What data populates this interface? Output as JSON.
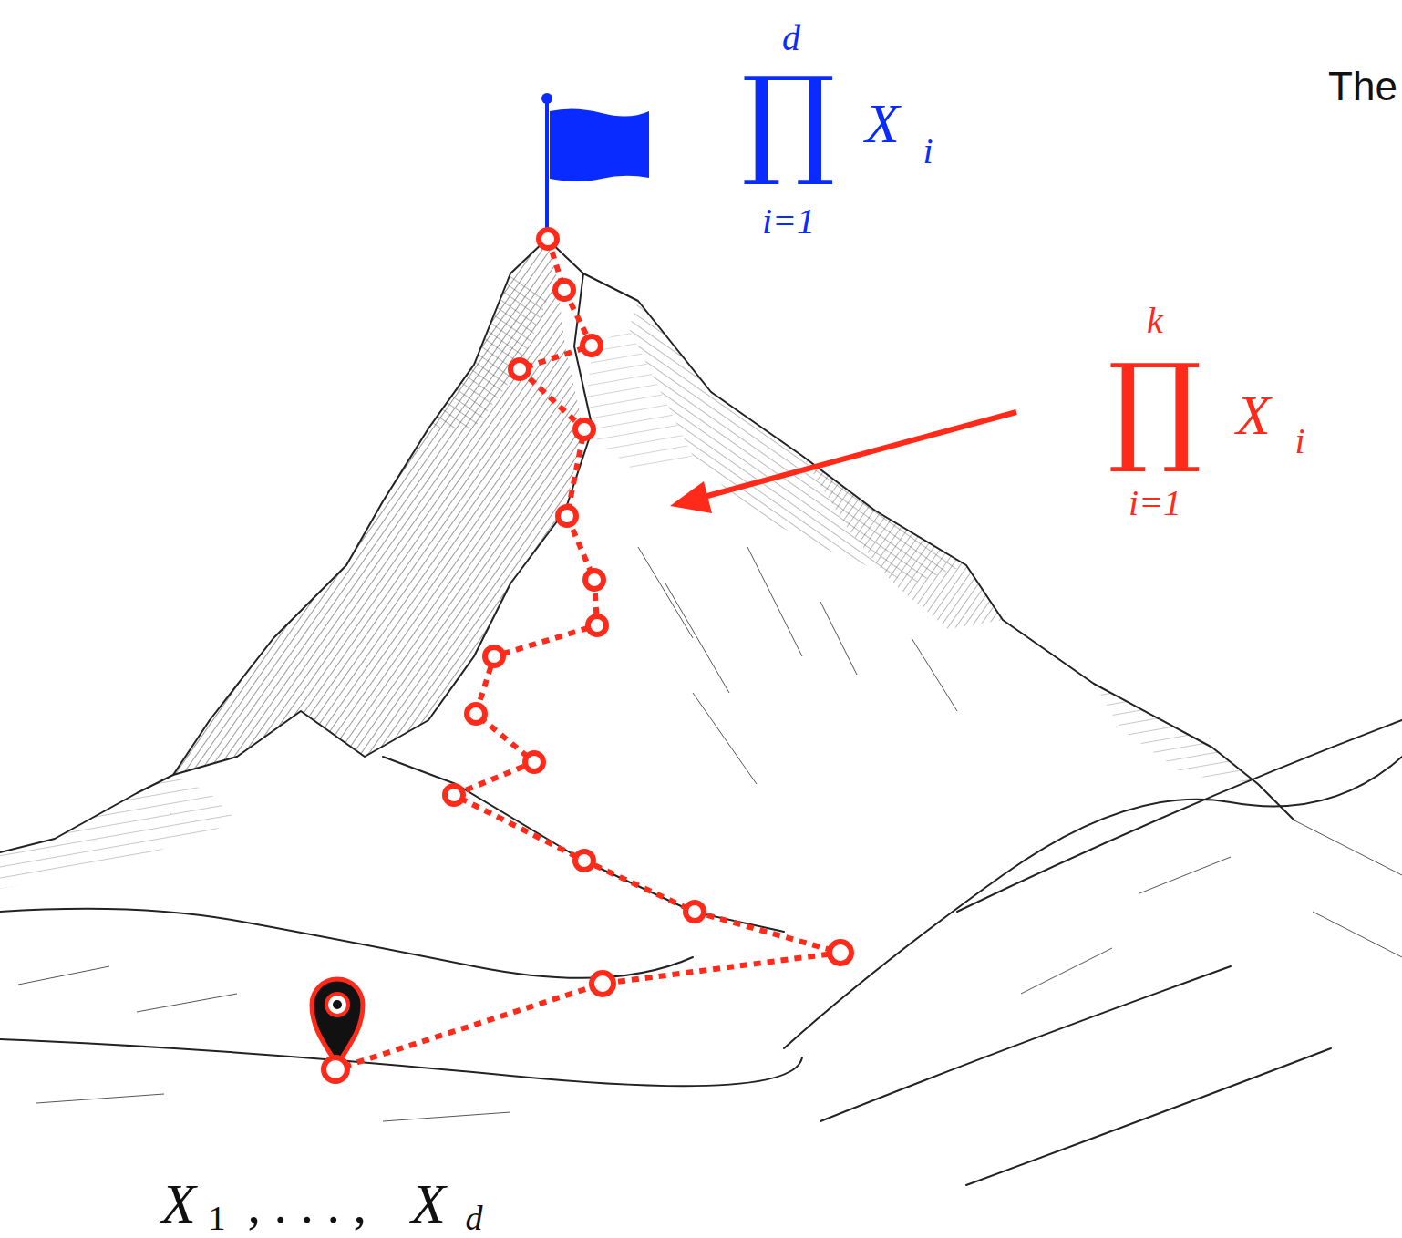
{
  "diagram": {
    "labels": [
      "The",
      "d",
      "∏",
      "X",
      "i",
      "i=1",
      "k",
      "∏",
      "X",
      "i",
      "i=1",
      "X",
      "1",
      ", . . . , ",
      "X",
      "d"
    ]
  }
}
